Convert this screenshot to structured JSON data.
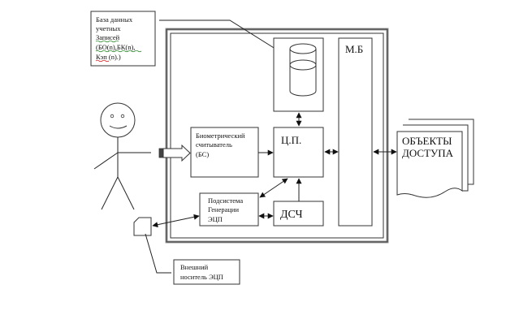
{
  "diagram": {
    "database_note": {
      "lines": [
        "База данных",
        "учетных",
        "Записей",
        "(БО(n),БК(n),",
        "Кэп (n).)"
      ]
    },
    "cpu": {
      "label": "Ц.П."
    },
    "memory_bus": {
      "label": "М.Б"
    },
    "biometric_reader": {
      "lines": [
        "Биометрический",
        "считыватель",
        "(БС)"
      ]
    },
    "signature_subsystem": {
      "lines": [
        "Подсистема",
        "Генерации",
        "ЭЦП"
      ]
    },
    "rng": {
      "label": "ДСЧ"
    },
    "access_objects": {
      "lines": [
        "ОБЪЕКТЫ",
        "ДОСТУПА"
      ]
    },
    "external_media_note": {
      "lines": [
        "Внешний",
        "носитель ЭЦП"
      ]
    },
    "colors": {
      "stroke": "#222222",
      "frame_shadow": "#9a9a9a",
      "spellcheck_grammar": "#2e8b2e",
      "spellcheck_spelling": "#d02020"
    }
  }
}
